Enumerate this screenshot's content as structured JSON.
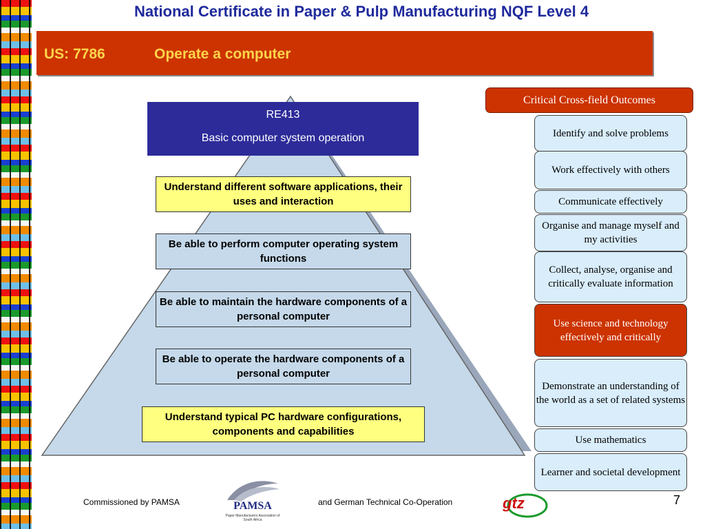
{
  "header": {
    "title": "National Certificate in Paper & Pulp Manufacturing NQF Level 4"
  },
  "unit": {
    "code": "US: 7786",
    "title": "Operate a computer"
  },
  "range_element": {
    "code": "RE413",
    "name": "Basic computer system operation"
  },
  "outcomes": [
    "Understand different software applications, their uses and interaction",
    "Be able to perform computer operating system functions",
    "Be able to maintain the hardware components of a personal computer",
    "Be able to operate the hardware components of a personal computer",
    "Understand typical PC hardware configurations, components and capabilities"
  ],
  "critical_outcomes": {
    "header": "Critical Cross-field Outcomes",
    "items": [
      "Identify and solve problems",
      "Work effectively with others",
      "Communicate effectively",
      "Organise and manage myself and my activities",
      "Collect, analyse, organise and critically evaluate information",
      "Use science and technology effectively and critically",
      "Demonstrate an understanding of the world as a set of related systems",
      "Use mathematics",
      "Learner and societal development"
    ],
    "highlighted_item": "Use science and technology effectively and critically"
  },
  "footer": {
    "commissioned": "Commissioned by PAMSA",
    "cooperation": "and German Technical Co-Operation",
    "page_number": "7"
  },
  "logos": {
    "pamsa": "PAMSA",
    "pamsa_subtitle": "Paper Manufacturers Association of South Africa",
    "gtz": "gtz"
  },
  "colors": {
    "title_blue": "#1f2a9c",
    "banner_red": "#cc3300",
    "banner_text": "#ffd54a",
    "re_box": "#2d2b99",
    "pyramid_fill": "#c5d9ea",
    "outcome_yellow": "#ffff80",
    "ccfo_item": "#d9edfb"
  },
  "icons": [
    "african-border-pattern",
    "pamsa-logo",
    "gtz-logo"
  ]
}
